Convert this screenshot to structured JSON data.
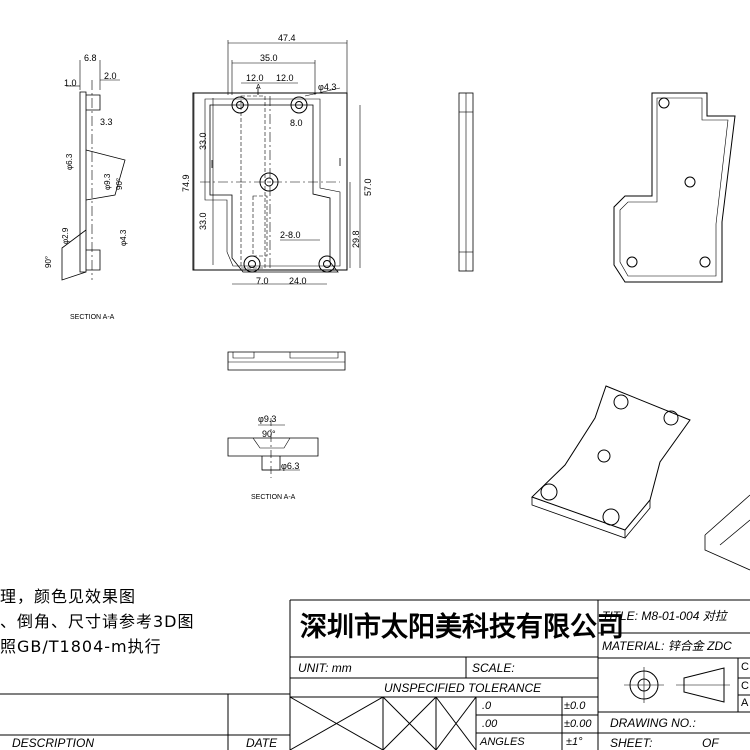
{
  "notes": [
    "理，颜色见效果图",
    "、倒角、尺寸请参考3D图",
    "照GB/T1804-m执行"
  ],
  "section_labels": {
    "side": "SECTION A-A",
    "bottom": "SECTION A-A"
  },
  "dimensions": {
    "top_47_4": "47.4",
    "top_35_0": "35.0",
    "top_12_0a": "12.0",
    "top_12_0b": "12.0",
    "dia_4_3": "φ4.3",
    "d_8_0": "8.0",
    "left_33_0a": "33.0",
    "left_74_9": "74.9",
    "left_33_0b": "33.0",
    "right_57_0": "57.0",
    "right_29_8": "29.8",
    "holes_2_8_0": "2-8.0",
    "bot_7_0": "7.0",
    "bot_24_0": "24.0",
    "side_6_8": "6.8",
    "side_1_0": "1.0",
    "side_2_0": "2.0",
    "side_3_3": "3.3",
    "side_dia_6_3": "φ6.3",
    "side_dia_9_3": "φ9.3",
    "side_90": "90°",
    "side_dia_2_9": "φ2.9",
    "side_dia_4_3": "φ4.3",
    "side_90b": "90°",
    "sec_dia_9_3": "φ9.3",
    "sec_90": "90°",
    "sec_dia_6_3": "φ6.3",
    "view_A": "A"
  },
  "title_block": {
    "company": "深圳市太阳美科技有限公司",
    "title": "TITLE: M8-01-004  对拉",
    "material": "MATERIAL: 锌合金  ZDC",
    "unit": "UNIT: mm",
    "scale": "SCALE:",
    "unspecified_tolerance": "UNSPECIFIED TOLERANCE",
    "tol_row1_val": ".0",
    "tol_row1_tol": "±0.0",
    "tol_row2_val": ".00",
    "tol_row2_tol": "±0.00",
    "angles": "ANGLES",
    "angles_tol": "±1°",
    "drawing_no": "DRAWING NO.:",
    "sheet": "SHEET:",
    "of": "OF",
    "description": "DESCRIPTION",
    "date": "DATE",
    "right_c1": "C",
    "right_c2": "C",
    "right_a": "A"
  }
}
